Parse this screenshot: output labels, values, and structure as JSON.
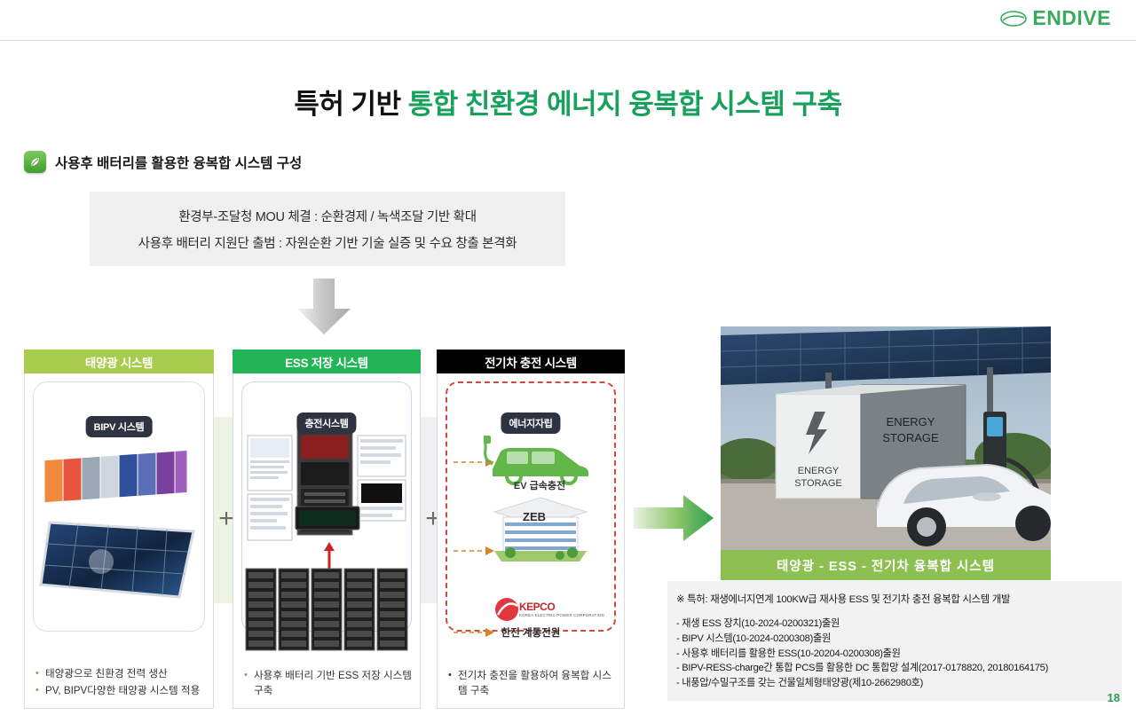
{
  "header": {
    "logo_text": "ENDIVE",
    "logo_icon": "leaf-icon"
  },
  "title": {
    "black_part": "특허 기반 ",
    "green_part": "통합 친환경 에너지 융복합 시스템 구축"
  },
  "section": {
    "icon": "leaf-icon",
    "label": "사용후 배터리를 활용한 융복합 시스템 구성"
  },
  "info_box": {
    "line1": "환경부-조달청 MOU 체결 : 순환경제 / 녹색조달 기반 확대",
    "line2": "사용후 배터리 지원단 출범 : 자원순환 기반 기술 실증 및 수요 창출 본격화"
  },
  "panels": [
    {
      "header": "태양광 시스템",
      "chip": "BIPV 시스템",
      "bullets": [
        "태양광으로 친환경 전력 생산",
        "PV, BIPV다양한 태양광 시스템 적용"
      ]
    },
    {
      "header": "ESS 저장 시스템",
      "chip": "충전시스템",
      "bullets": [
        "사용후 배터리 기반 ESS 저장 시스템 구축"
      ]
    },
    {
      "header": "전기차 충전 시스템",
      "chip": "에너지자립",
      "labels": {
        "ev": "EV 급속충전",
        "zeb": "ZEB",
        "kepco_logo": "KEPCO",
        "kepco_sub": "KOREA ELECTRIC POWER CORPORATION",
        "grid": "한전 계통전원"
      },
      "bullets": [
        "전기차 충전을 활용하여 융복합 시스템 구축"
      ]
    }
  ],
  "connectors": {
    "plus1": "+",
    "plus2": "+"
  },
  "photo": {
    "cabinet_label_1": "ENERGY STORAGE",
    "cabinet_label_2": "ENERGY STORAGE",
    "caption": "태양광 - ESS - 전기차 융복합 시스템"
  },
  "patent": {
    "title": "※ 특허: 재생에너지연계 100KW급 재사용 ESS 및 전기차 충전 융복합 시스템 개발",
    "lines": [
      "- 재생 ESS 장치(10-2024-0200321)출원",
      "- BIPV 시스템(10-2024-0200308)출원",
      "- 사용후 배터리를 활용한 ESS(10-20204-0200308)출원",
      "- BIPV-RESS-charge간 통합 PCS를 활용한 DC 통합망 설계(2017-0178820, 20180164175)",
      "- 내풍압/수밀구조를 갖는 건물일체형태양광(제10-2662980호)"
    ]
  },
  "page_number": "18",
  "colors": {
    "brand_green": "#3aaa5c",
    "title_green": "#18a05c",
    "pv_header": "#a8cc4e",
    "ess_header": "#22b457",
    "ev_header": "#000000",
    "caption_green": "#8cc152"
  }
}
